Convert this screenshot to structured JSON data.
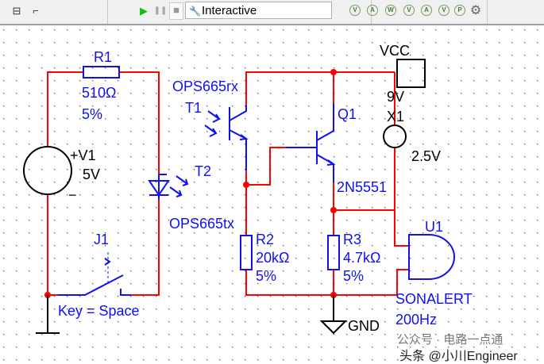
{
  "toolbar": {
    "mode": "Interactive",
    "icons": [
      "hierarchy-icon",
      "step-icon",
      "run-icon",
      "pause-icon",
      "stop-icon",
      "wrench-icon",
      "voltmeter-icon",
      "ammeter-icon",
      "wattmeter-icon",
      "differential-voltage-icon",
      "ac-meter-icon",
      "dc-voltage-icon",
      "probe-icon",
      "settings-gear-icon"
    ],
    "meter_letters": [
      "V",
      "A",
      "W",
      "V",
      "A",
      "V",
      "P"
    ]
  },
  "schematic": {
    "colors": {
      "wire": "#ff0000",
      "component": "#1010f0",
      "text_blue": "#1010f0",
      "text_black": "#000000"
    },
    "r1": {
      "ref": "R1",
      "value": "510Ω",
      "tol": "5%"
    },
    "v1": {
      "ref": "+V1",
      "value": "5V",
      "minus": "−"
    },
    "t1": {
      "ref": "T1",
      "model": "OPS665rx"
    },
    "t2": {
      "ref": "T2",
      "model": "OPS665tx"
    },
    "q1": {
      "ref": "Q1",
      "model": "2N5551"
    },
    "r2": {
      "ref": "R2",
      "value": "20kΩ",
      "tol": "5%"
    },
    "r3": {
      "ref": "R3",
      "value": "4.7kΩ",
      "tol": "5%"
    },
    "j1": {
      "ref": "J1",
      "key": "Key = Space"
    },
    "vcc": {
      "label": "VCC",
      "value": "9V"
    },
    "x1": {
      "ref": "X1",
      "value": "2.5V"
    },
    "u1": {
      "ref": "U1",
      "model": "SONALERT",
      "freq": "200Hz"
    },
    "gnd": {
      "label": "GND"
    }
  },
  "watermark": {
    "line1": "公众号 · 电路一点通",
    "line2": "头条 @小川Engineer"
  }
}
